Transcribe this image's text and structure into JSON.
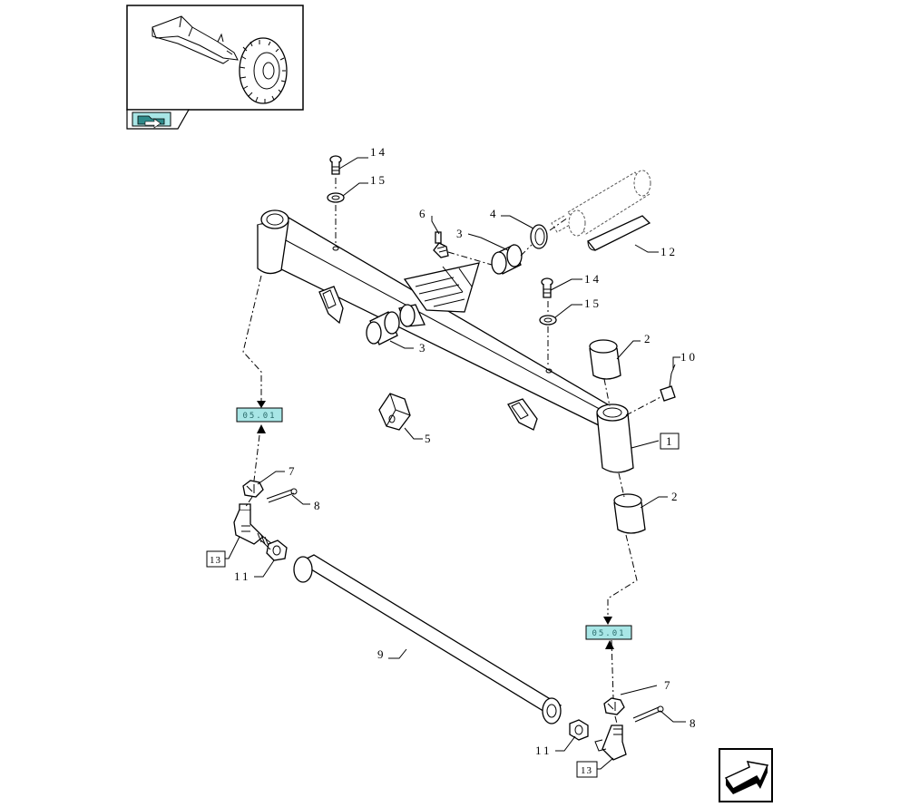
{
  "callouts": {
    "c1": "1",
    "c2a": "2",
    "c2b": "2",
    "c3a": "3",
    "c3b": "3",
    "c4": "4",
    "c5": "5",
    "c6": "6",
    "c7a": "7",
    "c7b": "7",
    "c8a": "8",
    "c8b": "8",
    "c9": "9",
    "c10": "10",
    "c11a": "11",
    "c11b": "11",
    "c12": "12",
    "c13a": "13",
    "c13b": "13",
    "c14a": "14",
    "c14b": "14",
    "c15a": "15",
    "c15b": "15"
  },
  "references": {
    "ref_left": "05.01",
    "ref_right": "05.01"
  },
  "icons": {
    "overview": "tractor-front-axle-thumbnail",
    "nav_back": "folder-arrow-icon",
    "nav_next": "next-page-arrow-icon"
  },
  "colors": {
    "reference_fill": "#a8e6e6",
    "line": "#000000"
  }
}
